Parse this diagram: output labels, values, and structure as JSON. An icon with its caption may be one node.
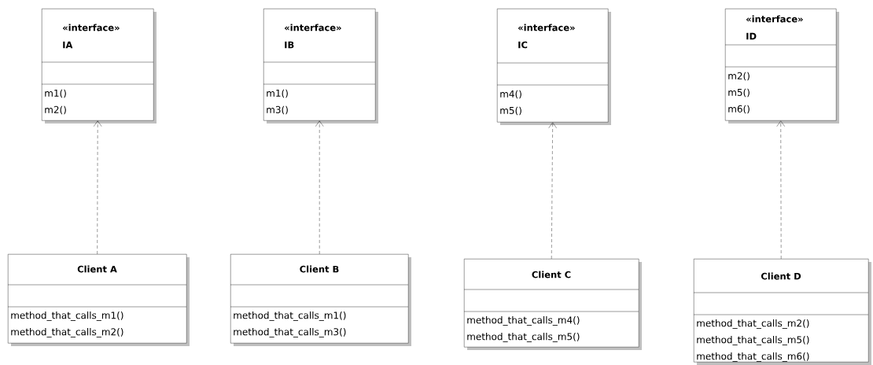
{
  "diagram": {
    "nodes": [
      {
        "text": [
          "«interface»",
          "IA",
          "m1()",
          "m2()"
        ]
      },
      {
        "text": [
          "«interface»",
          "IB",
          "m1()",
          "m3()"
        ]
      },
      {
        "text": [
          "«interface»",
          "IC",
          "m4()",
          "m5()"
        ]
      },
      {
        "text": [
          "«interface»",
          "ID",
          "m2()",
          "m5()",
          "m6()"
        ]
      },
      {
        "text": [
          "Client A",
          "method_that_calls_m1()",
          "method_that_calls_m2()"
        ]
      },
      {
        "text": [
          "Client B",
          "method_that_calls_m1()",
          "method_that_calls_m3()"
        ]
      },
      {
        "text": [
          "Client C",
          "method_that_calls_m4()",
          "method_that_calls_m5()"
        ]
      },
      {
        "text": [
          "Client D",
          "method_that_calls_m2()",
          "method_that_calls_m5()",
          "method_that_calls_m6()"
        ]
      }
    ],
    "edges": [
      {
        "from": 4,
        "to": 0,
        "arrow": "to",
        "style": "dashed"
      },
      {
        "from": 5,
        "to": 1,
        "arrow": "to",
        "style": "dashed"
      },
      {
        "from": 6,
        "to": 2,
        "arrow": "to",
        "style": "dashed"
      },
      {
        "from": 7,
        "to": 3,
        "arrow": "to",
        "style": "dashed"
      }
    ]
  }
}
